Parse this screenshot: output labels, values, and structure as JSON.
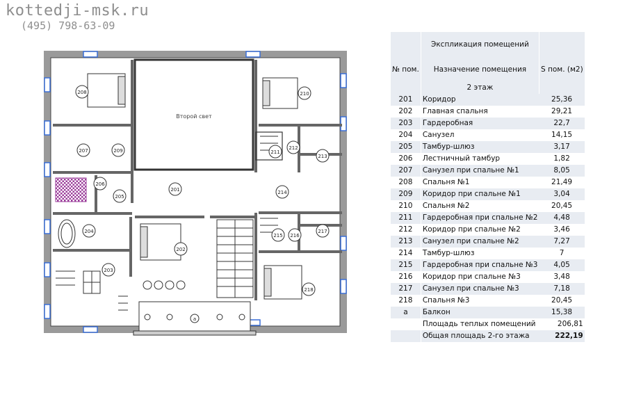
{
  "brand": {
    "site": "kottedji-msk.ru",
    "phone": "(495)  798-63-09"
  },
  "plan": {
    "label_second_light": "Второй свет",
    "room_labels": [
      "208",
      "207",
      "209",
      "206",
      "205",
      "201",
      "210",
      "211",
      "212",
      "213",
      "214",
      "204",
      "202",
      "215",
      "216",
      "217",
      "203",
      "218",
      "a"
    ]
  },
  "table": {
    "title": "Экспликация помещений",
    "col_num": "№ пом.",
    "col_name": "Назначение помещения",
    "col_area": "S пом. (м2)",
    "floor": "2 этаж",
    "rows": [
      {
        "num": "201",
        "name": "Коридор",
        "area": "25,36"
      },
      {
        "num": "202",
        "name": "Главная спальня",
        "area": "29,21"
      },
      {
        "num": "203",
        "name": "Гардеробная",
        "area": "22,7"
      },
      {
        "num": "204",
        "name": "Санузел",
        "area": "14,15"
      },
      {
        "num": "205",
        "name": "Тамбур-шлюз",
        "area": "3,17"
      },
      {
        "num": "206",
        "name": "Лестничный тамбур",
        "area": "1,82"
      },
      {
        "num": "207",
        "name": "Санузел при спальне №1",
        "area": "8,05"
      },
      {
        "num": "208",
        "name": "Спальня №1",
        "area": "21,49"
      },
      {
        "num": "209",
        "name": "Коридор при спальне №1",
        "area": "3,04"
      },
      {
        "num": "210",
        "name": "Спальня №2",
        "area": "20,45"
      },
      {
        "num": "211",
        "name": "Гардеробная при спальне №2",
        "area": "4,48"
      },
      {
        "num": "212",
        "name": "Коридор при спальне №2",
        "area": "3,46"
      },
      {
        "num": "213",
        "name": "Санузел при спальне №2",
        "area": "7,27"
      },
      {
        "num": "214",
        "name": "Тамбур-шлюз",
        "area": "7"
      },
      {
        "num": "215",
        "name": "Гардеробная при спальне №3",
        "area": "4,05"
      },
      {
        "num": "216",
        "name": "Коридор при спальне №3",
        "area": "3,48"
      },
      {
        "num": "217",
        "name": "Санузел при спальне №3",
        "area": "7,18"
      },
      {
        "num": "218",
        "name": "Спальня №3",
        "area": "20,45"
      },
      {
        "num": "а",
        "name": "Балкон",
        "area": "15,38"
      }
    ],
    "warm_label": "Площадь теплых помещений",
    "warm_value": "206,81",
    "total_label": "Общая площадь 2-го этажа",
    "total_value": "222,19"
  }
}
